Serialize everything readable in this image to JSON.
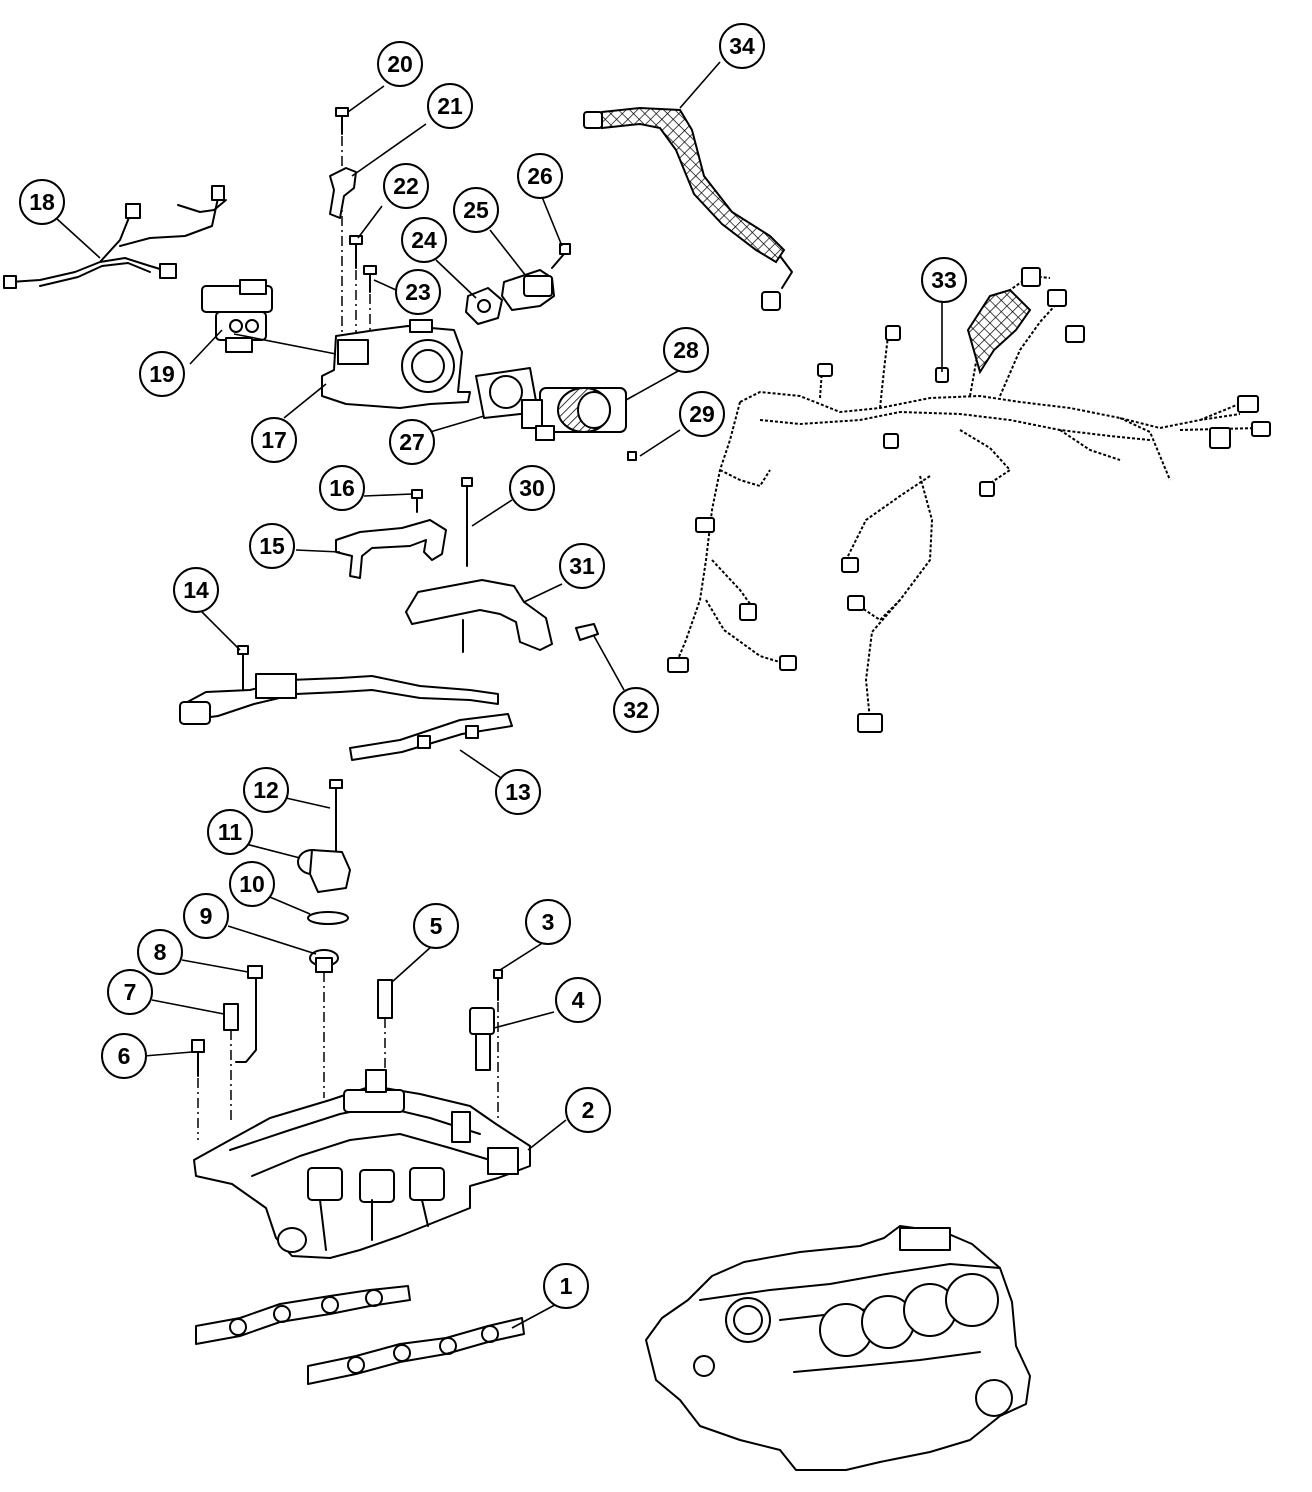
{
  "callouts": [
    "1",
    "2",
    "3",
    "4",
    "5",
    "6",
    "7",
    "8",
    "9",
    "10",
    "11",
    "12",
    "13",
    "14",
    "15",
    "16",
    "17",
    "18",
    "19",
    "20",
    "21",
    "22",
    "23",
    "24",
    "25",
    "26",
    "27",
    "28",
    "29",
    "30",
    "31",
    "32",
    "33",
    "34"
  ]
}
